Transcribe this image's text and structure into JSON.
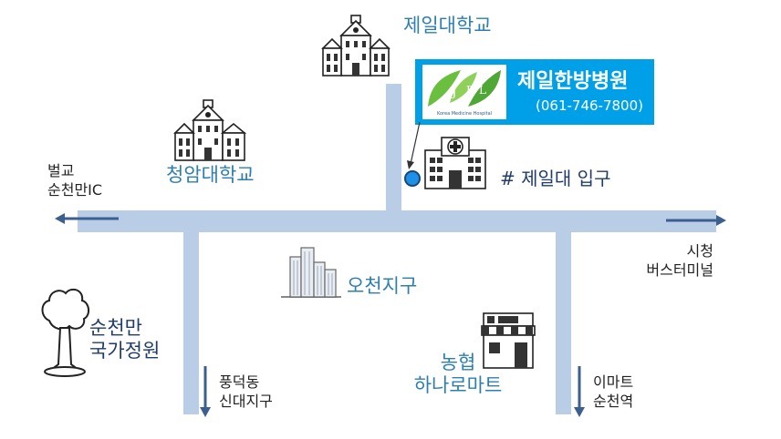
{
  "map": {
    "hospital": {
      "name": "제일한방병원",
      "phone": "(061-746-7800)",
      "logo_text": "Korea Medicine Hospital",
      "entrance": "# 제일대 입구"
    },
    "landmarks": {
      "jeil_university": "제일대학교",
      "cheongam_university": "청암대학교",
      "ocheon_district": "오천지구",
      "nonghyup_line1": "농협",
      "nonghyup_line2": "하나로마트",
      "garden_line1": "순천만",
      "garden_line2": "국가정원"
    },
    "directions": {
      "west_line1": "벌교",
      "west_line2": "순천만IC",
      "east_line1": "시청",
      "east_line2": "버스터미널",
      "south1_line1": "풍덕동",
      "south1_line2": "신대지구",
      "south2_line1": "이마트",
      "south2_line2": "순천역"
    },
    "colors": {
      "road": "#b9cde6",
      "arrow": "#3b5f8f",
      "sign_bg": "#00a0e9",
      "label_blue": "#2e7fb0",
      "label_navy": "#1f3c6b",
      "location_dot": "#1e90e6"
    }
  }
}
